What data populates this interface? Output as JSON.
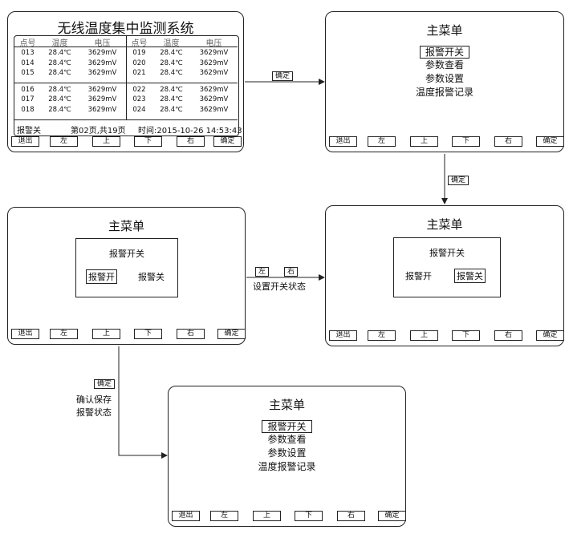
{
  "screen1": {
    "title": "无线温度集中监测系统",
    "headers": [
      "点号",
      "温度",
      "电压",
      "点号",
      "温度",
      "电压"
    ],
    "rows": [
      [
        "013",
        "28.4℃",
        "3629mV",
        "019",
        "28.4℃",
        "3629mV"
      ],
      [
        "014",
        "28.4℃",
        "3629mV",
        "020",
        "28.4℃",
        "3629mV"
      ],
      [
        "015",
        "28.4℃",
        "3629mV",
        "021",
        "28.4℃",
        "3629mV"
      ],
      [
        "016",
        "28.4℃",
        "3629mV",
        "022",
        "28.4℃",
        "3629mV"
      ],
      [
        "017",
        "28.4℃",
        "3629mV",
        "023",
        "28.4℃",
        "3629mV"
      ],
      [
        "018",
        "28.4℃",
        "3629mV",
        "024",
        "28.4℃",
        "3629mV"
      ]
    ],
    "status_alarm": "报警关",
    "status_page": "第02页,共19页",
    "status_time": "时间:2015-10-26 14:53:43"
  },
  "buttons": [
    "退出",
    "左",
    "上",
    "下",
    "右",
    "确定"
  ],
  "main_menu": {
    "title": "主菜单",
    "items": [
      "报警开关",
      "参数查看",
      "参数设置",
      "温度报警记录"
    ]
  },
  "alarm_dialog": {
    "title": "报警开关",
    "on": "报警开",
    "off": "报警关"
  },
  "arrows": {
    "confirm": "确定",
    "left": "左",
    "right": "右",
    "set_switch_state": "设置开关状态",
    "confirm_save_line1": "确认保存",
    "confirm_save_line2": "报警状态"
  }
}
